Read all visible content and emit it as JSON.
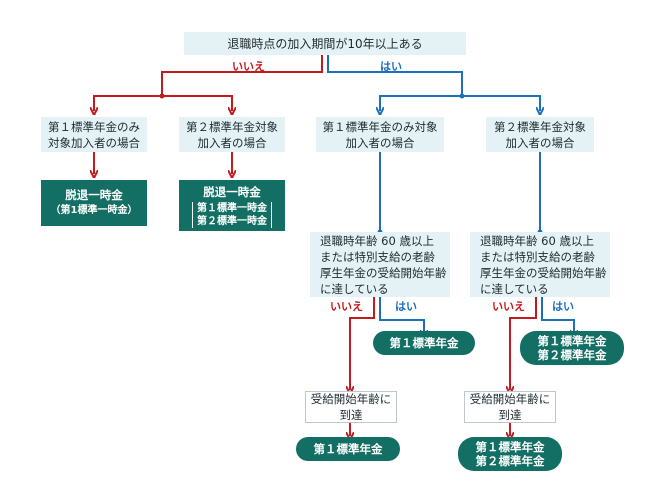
{
  "top": "退職時点の加入期間が10年以上ある",
  "branch_no": "いいえ",
  "branch_yes": "はい",
  "box_a": [
    "第１標準年金のみ",
    "対象加入者の場合"
  ],
  "box_b": [
    "第２標準年金対象",
    "加入者の場合"
  ],
  "box_c": [
    "第１標準年金のみ対象",
    "加入者の場合"
  ],
  "box_d": [
    "第２標準年金対象",
    "加入者の場合"
  ],
  "result_a": {
    "title": "脱退一時金",
    "sub": "（第1標準一時金）"
  },
  "result_b": {
    "title": "脱退一時金",
    "items": [
      "第１標準一時金",
      "第２標準一時金"
    ]
  },
  "cond_c": [
    "退職時年齢 60 歳以上",
    "または特別支給の老齢",
    "厚生年金の受給開始年齢",
    "に達している"
  ],
  "cond_d": [
    "退職時年齢 60 歳以上",
    "または特別支給の老齢",
    "厚生年金の受給開始年齢",
    "に達している"
  ],
  "c_no": "いいえ",
  "c_yes": "はい",
  "d_no": "いいえ",
  "d_yes": "はい",
  "c_yes_result": "第１標準年金",
  "d_yes_result": [
    "第１標準年金",
    "第２標準年金"
  ],
  "wait_c": [
    "受給開始年齢に",
    "到達"
  ],
  "wait_d": [
    "受給開始年齢に",
    "到達"
  ],
  "c_final": "第１標準年金",
  "d_final": [
    "第１標準年金",
    "第２標準年金"
  ],
  "colors": {
    "red": "#c21a1f",
    "blue": "#1c70b9",
    "dark": "#136e63",
    "light": "#e4f1f5"
  }
}
